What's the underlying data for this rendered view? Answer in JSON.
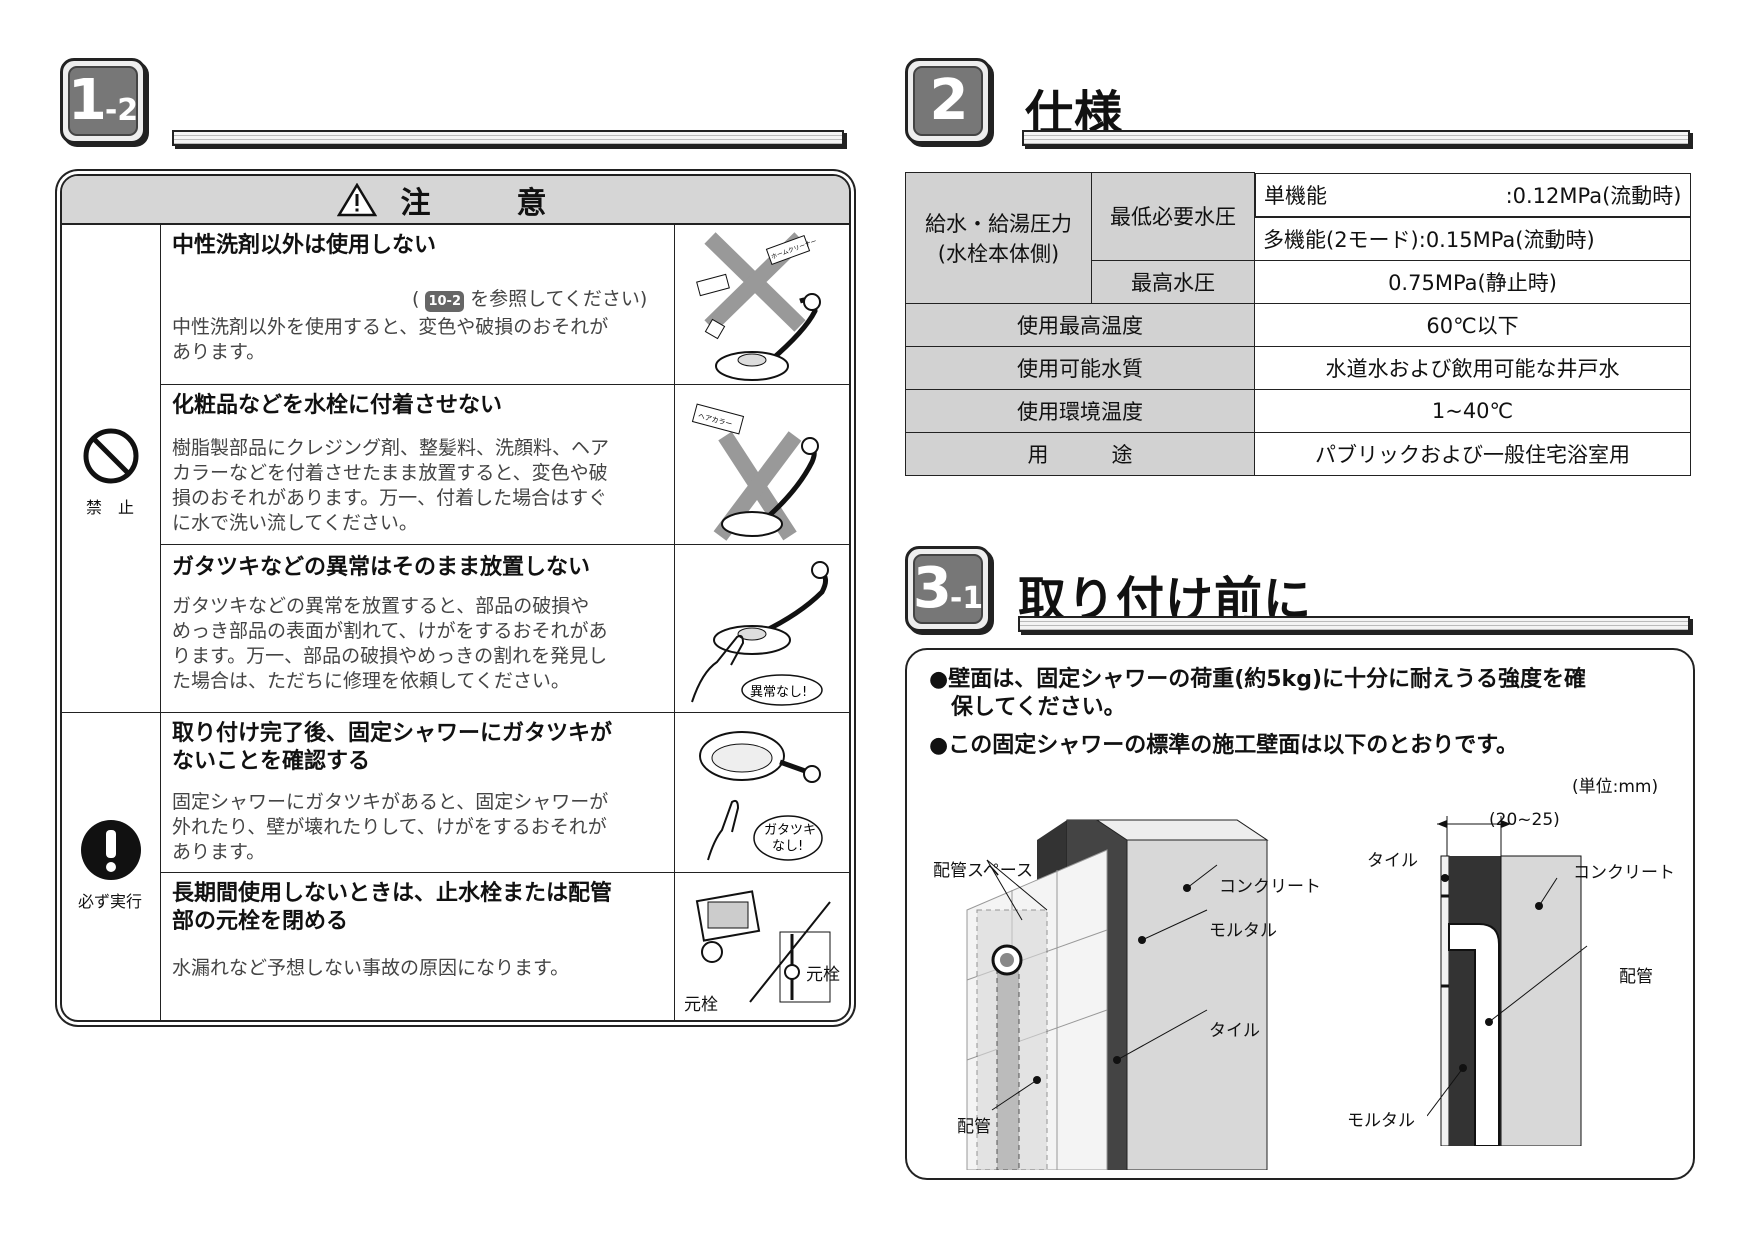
{
  "sec12": {
    "num": "1",
    "sub": "-2"
  },
  "caution": {
    "header": "注　意",
    "cat_prohibit": "禁　止",
    "cat_must": "必ず実行",
    "items": [
      {
        "title": "中性洗剤以外は使用しない",
        "ref_open": "(",
        "ref_badge": "10-2",
        "ref_close": "を参照してください)",
        "body": [
          "中性洗剤以外を使用すると、変色や破損のおそれが",
          "あります。"
        ]
      },
      {
        "title": "化粧品などを水栓に付着させない",
        "body": [
          "樹脂製部品にクレジング剤、整髪料、洗顔料、ヘア",
          "カラーなどを付着させたまま放置すると、変色や破",
          "損のおそれがあります。万一、付着した場合はすぐ",
          "に水で洗い流してください。"
        ]
      },
      {
        "title": "ガタツキなどの異常はそのまま放置しない",
        "body": [
          "ガタツキなどの異常を放置すると、部品の破損や",
          "めっき部品の表面が割れて、けがをするおそれがあ",
          "ります。万一、部品の破損やめっきの割れを発見し",
          "た場合は、ただちに修理を依頼してください。"
        ],
        "bubble": "異常なし!"
      },
      {
        "title": [
          "取り付け完了後、固定シャワーにガタツキが",
          "ないことを確認する"
        ],
        "body": [
          "固定シャワーにガタツキがあると、固定シャワーが",
          "外れたり、壁が壊れたりして、けがをするおそれが",
          "あります。"
        ],
        "bubble1": "ガタツキ",
        "bubble2": "なし!"
      },
      {
        "title": [
          "長期間使用しないときは、止水栓または配管",
          "部の元栓を閉める"
        ],
        "body": [
          "水漏れなど予想しない事故の原因になります。"
        ],
        "label_left": "元栓",
        "label_right": "元栓"
      }
    ],
    "icon_labels": {
      "detergent": "ホームクリーナー",
      "haircolor": "ヘアカラー"
    }
  },
  "sec2": {
    "num": "2",
    "title": "仕様"
  },
  "spec": {
    "pressure_label": [
      "給水・給湯圧力",
      "(水栓本体側)"
    ],
    "min_label": "最低必要水圧",
    "single": "単機能",
    "single_val": ":0.12MPa(流動時)",
    "multi": "多機能(2モード):0.15MPa(流動時)",
    "max_label": "最高水圧",
    "max_val": "0.75MPa(静止時)",
    "rows": [
      {
        "label": "使用最高温度",
        "value": "60℃以下"
      },
      {
        "label": "使用可能水質",
        "value": "水道水および飲用可能な井戸水"
      },
      {
        "label": "使用環境温度",
        "value": "1~40℃"
      },
      {
        "label": "用　　　途",
        "value": "パブリックおよび一般住宅浴室用"
      }
    ]
  },
  "sec31": {
    "num": "3",
    "sub": "-1",
    "title": "取り付け前に"
  },
  "install": {
    "bullet1": [
      "●壁面は、固定シャワーの荷重(約5kg)に十分に耐えうる強度を確",
      "　保してください。"
    ],
    "bullet2": "●この固定シャワーの標準の施工壁面は以下のとおりです。",
    "unit": "(単位:mm)",
    "left": {
      "space": "配管スペース",
      "concrete": "コンクリート",
      "mortar": "モルタル",
      "tile": "タイル",
      "pipe": "配管"
    },
    "right": {
      "tile": "タイル",
      "dim": "(20~25)",
      "concrete": "コンクリート",
      "pipe": "配管",
      "mortar": "モルタル"
    }
  }
}
